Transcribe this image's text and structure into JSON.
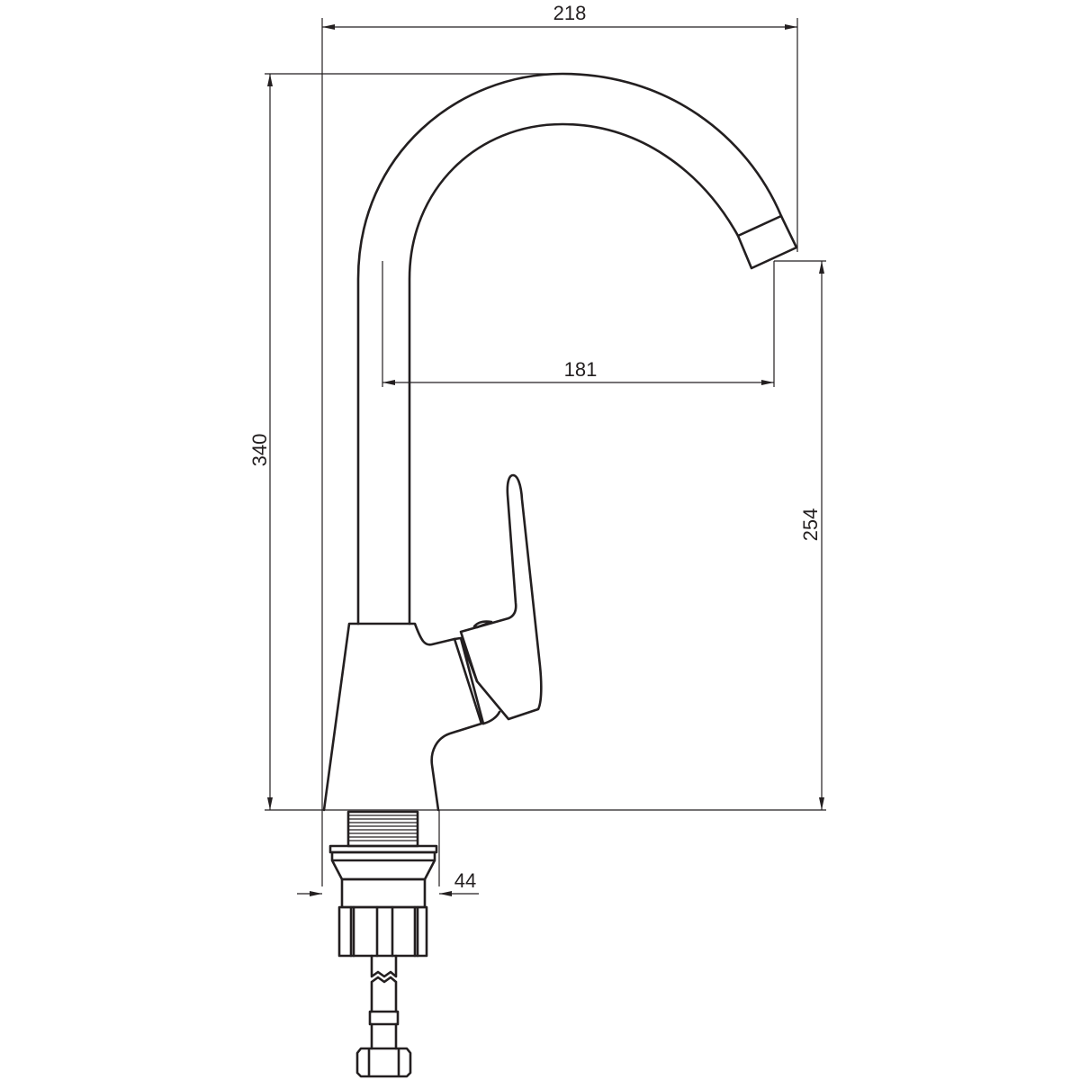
{
  "dimensions": {
    "total_width": "218",
    "total_height": "340",
    "spout_reach": "181",
    "spout_height": "254",
    "base_diameter": "44"
  },
  "colors": {
    "line": "#231f20",
    "background": "#ffffff"
  }
}
